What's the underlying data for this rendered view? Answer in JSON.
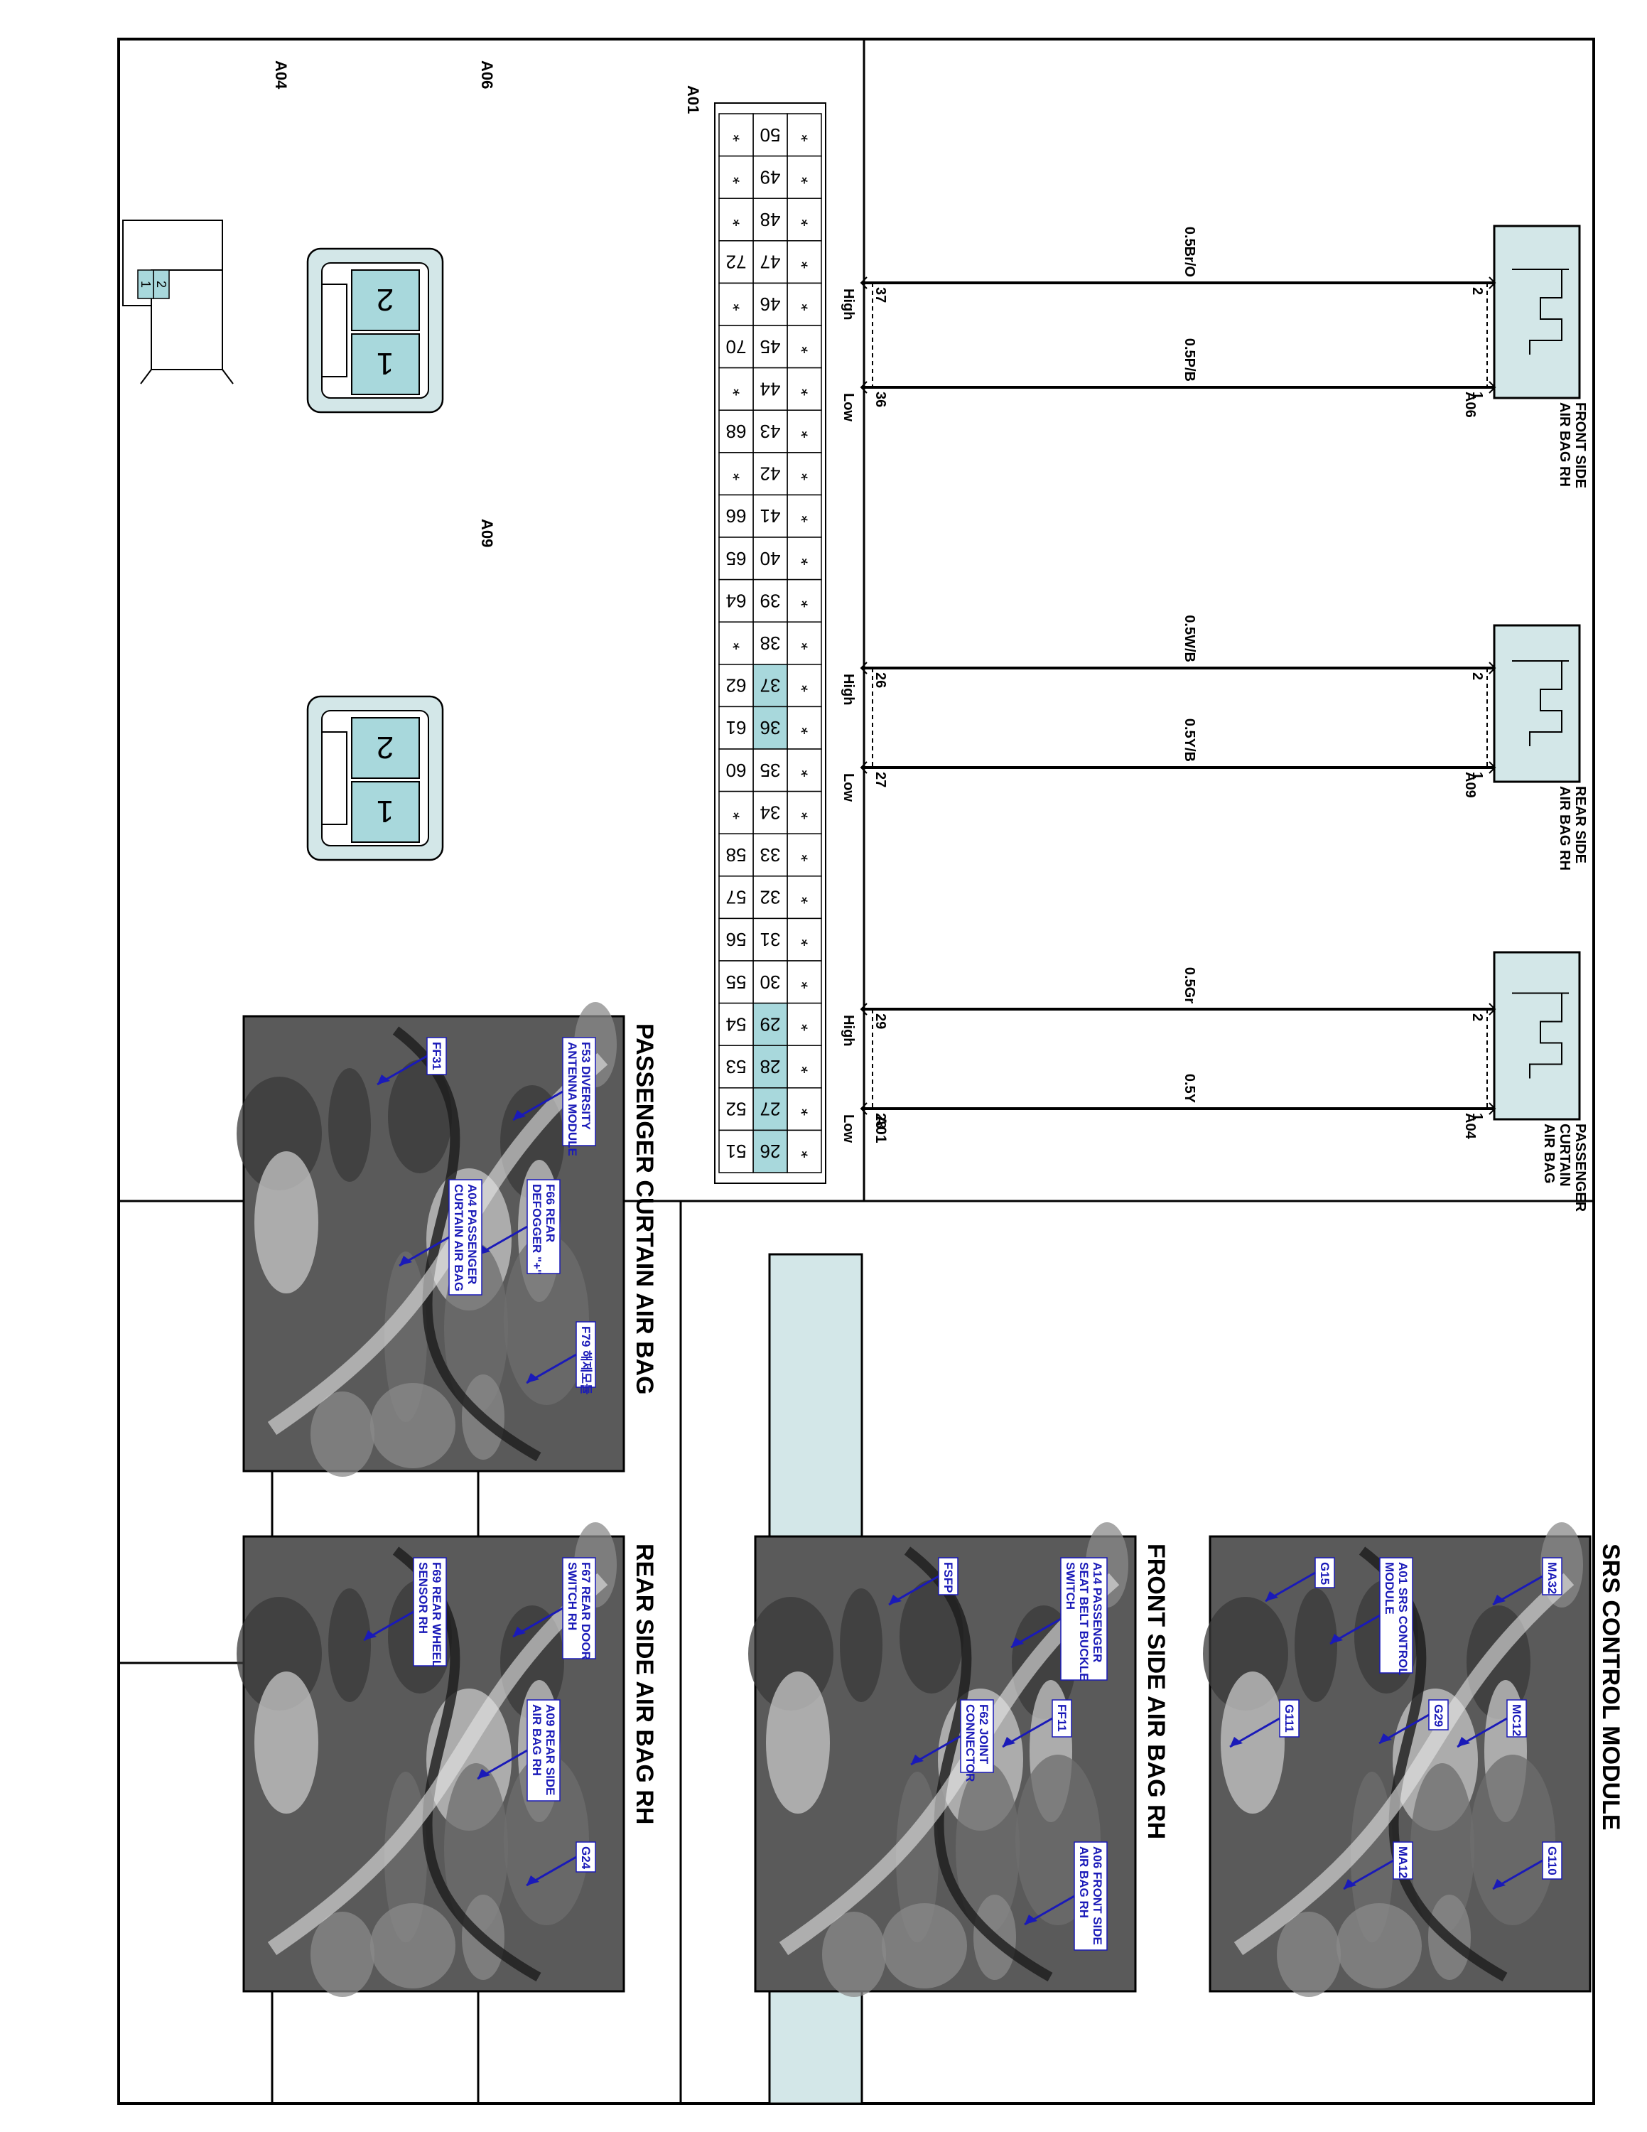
{
  "schematic": {
    "module_label": [
      "SRS",
      "CONTROL",
      "MODULE"
    ],
    "module_connector": "A01",
    "components": [
      {
        "name_lines": [
          "FRONT SIDE",
          "AIR BAG RH"
        ],
        "connector": "A06",
        "wires": [
          {
            "color": "0.5Br/O",
            "comp_pin": "2",
            "module_pin": "37",
            "level": "High"
          },
          {
            "color": "0.5P/B",
            "comp_pin": "1",
            "module_pin": "36",
            "level": "Low"
          }
        ]
      },
      {
        "name_lines": [
          "REAR SIDE",
          "AIR BAG RH"
        ],
        "connector": "A09",
        "wires": [
          {
            "color": "0.5W/B",
            "comp_pin": "2",
            "module_pin": "26",
            "level": "High"
          },
          {
            "color": "0.5Y/B",
            "comp_pin": "1",
            "module_pin": "27",
            "level": "Low"
          }
        ]
      },
      {
        "name_lines": [
          "PASSENGER",
          "CURTAIN",
          "AIR BAG"
        ],
        "connector": "A04",
        "wires": [
          {
            "color": "0.5Gr",
            "comp_pin": "2",
            "module_pin": "29",
            "level": "High"
          },
          {
            "color": "0.5Y",
            "comp_pin": "1",
            "module_pin": "28",
            "level": "Low"
          }
        ]
      }
    ]
  },
  "connector_a01": {
    "label": "A01",
    "rows": [
      [
        "*",
        "*",
        "*",
        "*",
        "*",
        "*",
        "*",
        "*",
        "*",
        "*",
        "*",
        "*",
        "*",
        "*",
        "*",
        "*",
        "*",
        "*",
        "*",
        "*",
        "*",
        "*",
        "*",
        "*",
        "*"
      ],
      [
        "50",
        "49",
        "48",
        "47",
        "46",
        "45",
        "44",
        "43",
        "42",
        "41",
        "40",
        "39",
        "38",
        "37",
        "36",
        "35",
        "34",
        "33",
        "32",
        "31",
        "30",
        "29",
        "28",
        "27",
        "26"
      ],
      [
        "*",
        "*",
        "*",
        "72",
        "*",
        "70",
        "*",
        "68",
        "*",
        "66",
        "65",
        "64",
        "*",
        "62",
        "61",
        "60",
        "*",
        "58",
        "57",
        "56",
        "55",
        "54",
        "53",
        "52",
        "51"
      ]
    ],
    "highlighted": [
      "37",
      "36",
      "29",
      "28",
      "27",
      "26"
    ],
    "highlight_color": "#a8d8dc"
  },
  "connector_views": [
    {
      "label": "A06",
      "pins": [
        "2",
        "1"
      ]
    },
    {
      "label": "A09",
      "pins": [
        "2",
        "1"
      ]
    },
    {
      "label": "A04",
      "pins": [
        "2",
        "1"
      ]
    }
  ],
  "photos": [
    {
      "title": "SRS CONTROL MODULE",
      "callouts": [
        "MA32",
        "MC12",
        "G110",
        "A01 SRS CONTROL MODULE",
        "G29",
        "MA12",
        "G15",
        "G111"
      ]
    },
    {
      "title": "FRONT SIDE AIR BAG RH",
      "callouts": [
        "A14 PASSENGER SEAT BELT BUCKLE SWITCH",
        "FF11",
        "A06 FRONT SIDE AIR BAG RH",
        "FSFP",
        "F62 JOINT CONNECTOR"
      ]
    },
    {
      "title": "PASSENGER CURTAIN AIR BAG",
      "callouts": [
        "F53 DIVERSITY ANTENNA MODULE",
        "F66 REAR DEFOGGER \"+\"",
        "F79 해제모듈",
        "FF31",
        "A04 PASSENGER CURTAIN AIR BAG"
      ]
    },
    {
      "title": "REAR SIDE AIR BAG RH",
      "callouts": [
        "F67 REAR DOOR SWITCH RH",
        "A09 REAR SIDE AIR BAG RH",
        "G24",
        "F69 REAR WHEEL SENSOR RH"
      ]
    }
  ],
  "colors": {
    "pin_fill": "#a8d8dc",
    "callout": "#1a1ab8",
    "module_fill": "#d3e7e8"
  }
}
